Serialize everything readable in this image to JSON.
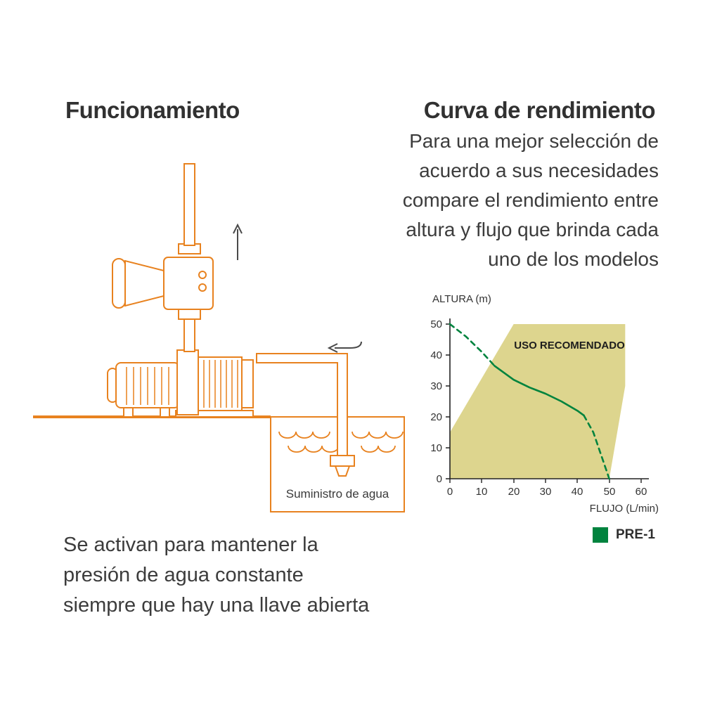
{
  "colors": {
    "accent_orange": "#e8821f",
    "region_yellow": "#ddd58e",
    "curve_green": "#00833e",
    "text": "#3c3c3c"
  },
  "left_section": {
    "title": "Funcionamiento",
    "tank_label": "Suministro de agua",
    "caption_lines": [
      "Se activan para mantener la",
      "presión de agua constante",
      "siempre que hay una llave abierta"
    ]
  },
  "right_section": {
    "title": "Curva de rendimiento",
    "intro_lines": [
      "Para una mejor selección de",
      "acuerdo a sus necesidades",
      "compare el rendimiento entre",
      "altura y flujo que brinda cada",
      "uno de los modelos"
    ],
    "legend_label": "PRE-1"
  },
  "chart_data": {
    "type": "line",
    "title": "",
    "ylabel": "ALTURA (m)",
    "xlabel": "FLUJO (L/min)",
    "xlim": [
      0,
      60
    ],
    "ylim": [
      0,
      50
    ],
    "grid": false,
    "x_ticks": [
      0,
      10,
      20,
      30,
      40,
      50,
      60
    ],
    "y_ticks": [
      0,
      10,
      20,
      30,
      40,
      50
    ],
    "region": {
      "label": "USO RECOMENDADO",
      "color": "#ddd58e",
      "vertices_flow_altura": [
        [
          0,
          0
        ],
        [
          0,
          15
        ],
        [
          20,
          50
        ],
        [
          55,
          50
        ],
        [
          55,
          30
        ],
        [
          50,
          0
        ]
      ]
    },
    "series": [
      {
        "name": "PRE-1",
        "color": "#00833e",
        "solid_range_flow": [
          14,
          42
        ],
        "points_flow_altura": [
          [
            0,
            50
          ],
          [
            5,
            46
          ],
          [
            10,
            41
          ],
          [
            14,
            36.5
          ],
          [
            20,
            32
          ],
          [
            25,
            29.5
          ],
          [
            30,
            27.5
          ],
          [
            35,
            25
          ],
          [
            40,
            22
          ],
          [
            42,
            20.5
          ],
          [
            45,
            15
          ],
          [
            47,
            9
          ],
          [
            50,
            0
          ]
        ]
      }
    ],
    "legend": {
      "entries": [
        "PRE-1"
      ],
      "position": "below-right"
    }
  }
}
